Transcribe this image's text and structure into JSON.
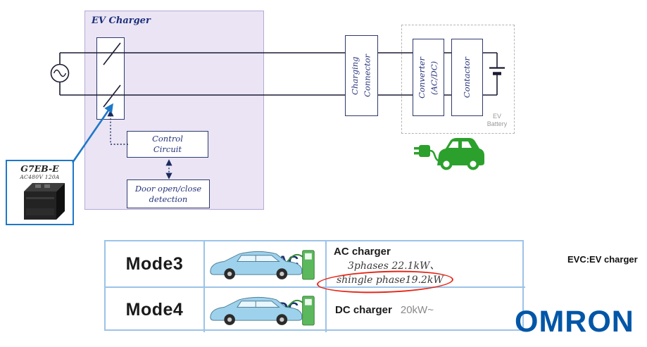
{
  "colors": {
    "omron_blue": "#0056a7",
    "highlight_red": "#e62617",
    "callout_blue": "#1e78c8",
    "ev_green": "#2ca02c",
    "panel_purple": "#eae4f4"
  },
  "diagram": {
    "panel_title": "EV Charger",
    "control_circuit": "Control\nCircuit",
    "door_detection": "Door open/close\ndetection",
    "charging_connector": "Charging\nConnector",
    "converter": "Converter\n(AC/DC)",
    "contactor": "Contactor",
    "ev_battery": "EV\nBattery",
    "callout": {
      "model": "G7EB-E",
      "rating": "AC480V 120A"
    }
  },
  "table": {
    "rows": [
      {
        "mode": "Mode3",
        "current": "AC",
        "title": "AC charger",
        "line1": "3phases 22.1kW、",
        "line2": "shingle phase19.2kW"
      },
      {
        "mode": "Mode4",
        "current": "DC",
        "title": "DC charger",
        "detail": "20kW~"
      }
    ]
  },
  "notes": {
    "evc": "EVC:EV charger"
  },
  "brand": {
    "logo": "OMRON"
  }
}
